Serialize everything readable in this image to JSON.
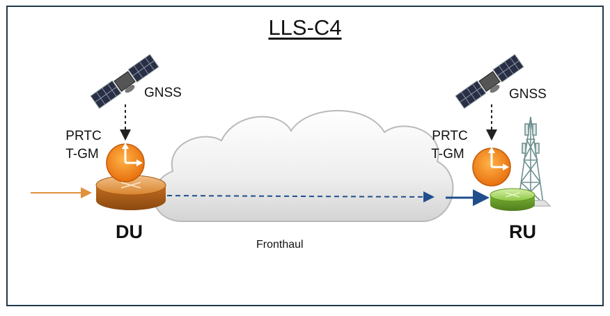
{
  "diagram": {
    "title": "LLS-C4",
    "du": {
      "label": "DU",
      "gnss_label": "GNSS",
      "clock_line1": "PRTC",
      "clock_line2": "T-GM",
      "color": "#d9842c"
    },
    "ru": {
      "label": "RU",
      "gnss_label": "GNSS",
      "clock_line1": "PRTC",
      "clock_line2": "T-GM",
      "color": "#8cc63f"
    },
    "network_label": "Fronthaul",
    "colors": {
      "frame": "#1f3a4a",
      "fronthaul_arrow": "#1f4e8c",
      "input_arrow": "#e0913a",
      "clock": "#f07d1a"
    },
    "icons": [
      "satellite-icon",
      "clock-icon",
      "router-icon",
      "cloud-icon",
      "cell-tower-icon"
    ]
  }
}
